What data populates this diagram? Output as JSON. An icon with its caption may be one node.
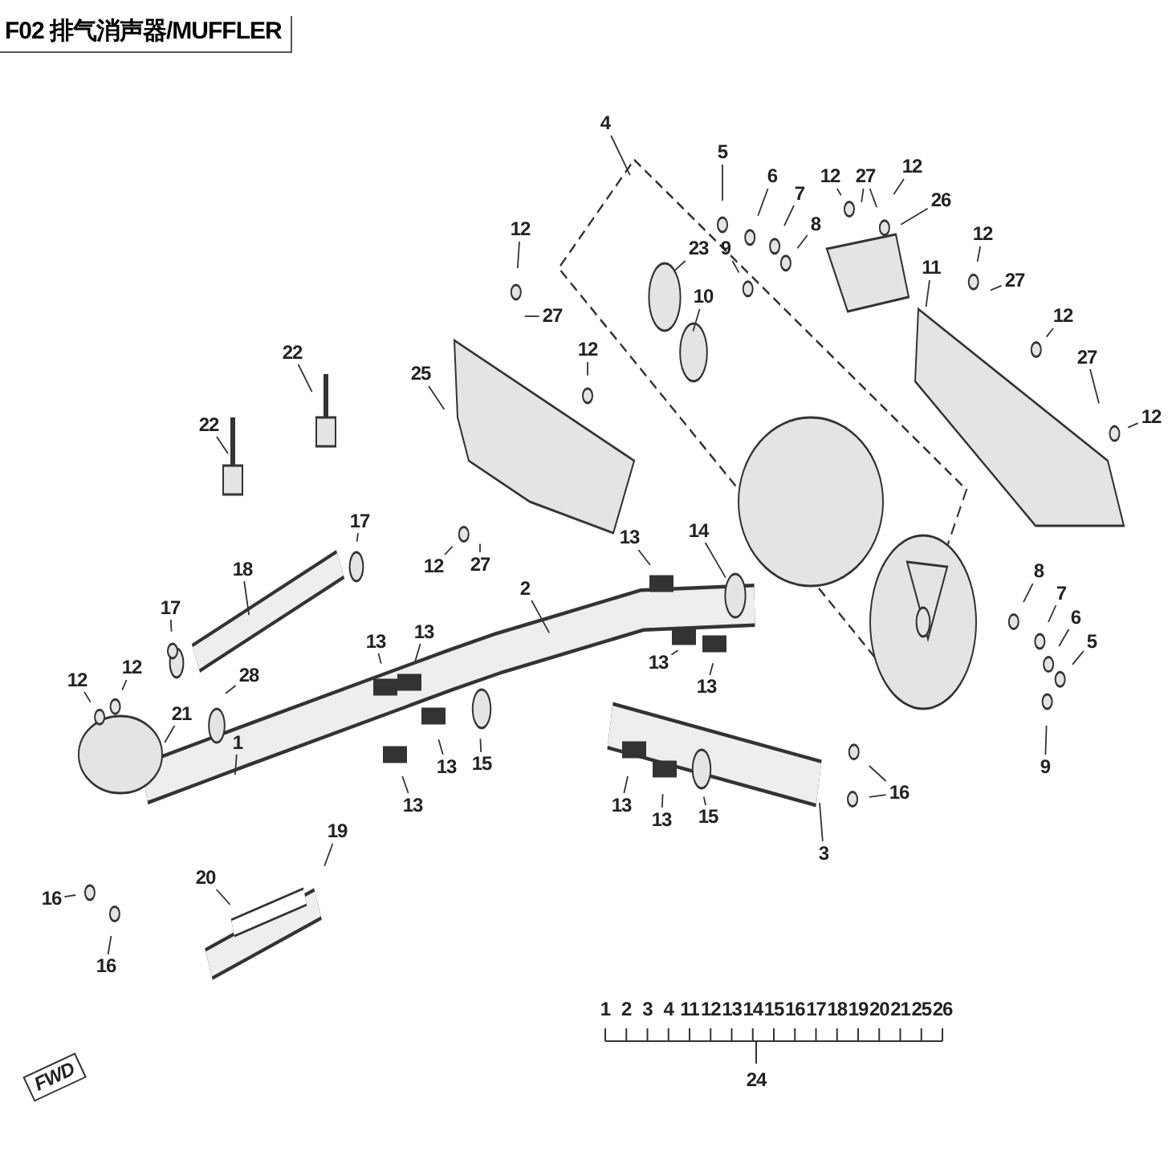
{
  "diagram": {
    "title": "F02 排气消声器/MUFFLER",
    "nodes": [
      {
        "text": [
          "4"
        ]
      },
      {
        "text": [
          "5"
        ]
      },
      {
        "text": [
          "6"
        ]
      },
      {
        "text": [
          "7"
        ]
      },
      {
        "text": [
          "8"
        ]
      },
      {
        "text": [
          "12"
        ]
      },
      {
        "text": [
          "27"
        ]
      },
      {
        "text": [
          "12"
        ]
      },
      {
        "text": [
          "26"
        ]
      },
      {
        "text": [
          "12"
        ]
      },
      {
        "text": [
          "11"
        ]
      },
      {
        "text": [
          "12"
        ]
      },
      {
        "text": [
          "9"
        ]
      },
      {
        "text": [
          "23"
        ]
      },
      {
        "text": [
          "22"
        ]
      },
      {
        "text": [
          "27"
        ]
      },
      {
        "text": [
          "10"
        ]
      },
      {
        "text": [
          "27"
        ]
      },
      {
        "text": [
          "12"
        ]
      },
      {
        "text": [
          "12"
        ]
      },
      {
        "text": [
          "22"
        ]
      },
      {
        "text": [
          "25"
        ]
      },
      {
        "text": [
          "27"
        ]
      },
      {
        "text": [
          "12"
        ]
      },
      {
        "text": [
          "12"
        ]
      },
      {
        "text": [
          "27"
        ]
      },
      {
        "text": [
          "17"
        ]
      },
      {
        "text": [
          "13"
        ]
      },
      {
        "text": [
          "14"
        ]
      },
      {
        "text": [
          "2"
        ]
      },
      {
        "text": [
          "18"
        ]
      },
      {
        "text": [
          "17"
        ]
      },
      {
        "text": [
          "12"
        ]
      },
      {
        "text": [
          "12"
        ]
      },
      {
        "text": [
          "28"
        ]
      },
      {
        "text": [
          "13"
        ]
      },
      {
        "text": [
          "13"
        ]
      },
      {
        "text": [
          "21"
        ]
      },
      {
        "text": [
          "1"
        ]
      },
      {
        "text": [
          "13"
        ]
      },
      {
        "text": [
          "13"
        ]
      },
      {
        "text": [
          "8"
        ]
      },
      {
        "text": [
          "7"
        ]
      },
      {
        "text": [
          "6"
        ]
      },
      {
        "text": [
          "5"
        ]
      },
      {
        "text": [
          "13"
        ]
      },
      {
        "text": [
          "15"
        ]
      },
      {
        "text": [
          "13"
        ]
      },
      {
        "text": [
          "9"
        ]
      },
      {
        "text": [
          "13"
        ]
      },
      {
        "text": [
          "13"
        ]
      },
      {
        "text": [
          "15"
        ]
      },
      {
        "text": [
          "16"
        ]
      },
      {
        "text": [
          "19"
        ]
      },
      {
        "text": [
          "3"
        ]
      },
      {
        "text": [
          "20"
        ]
      },
      {
        "text": [
          "16"
        ]
      },
      {
        "text": [
          "16"
        ]
      }
    ],
    "edges": [
      {
        "from": 0,
        "to": null,
        "arrow": "none"
      },
      {
        "from": 1,
        "to": null,
        "arrow": "none"
      },
      {
        "from": 2,
        "to": null,
        "arrow": "none"
      },
      {
        "from": 3,
        "to": null,
        "arrow": "none"
      },
      {
        "from": 4,
        "to": null,
        "arrow": "none"
      },
      {
        "from": 5,
        "to": null,
        "arrow": "none"
      },
      {
        "from": 6,
        "to": null,
        "arrow": "none"
      },
      {
        "from": 6,
        "to": null,
        "arrow": "none"
      },
      {
        "from": 7,
        "to": null,
        "arrow": "none"
      },
      {
        "from": 8,
        "to": null,
        "arrow": "none"
      },
      {
        "from": 9,
        "to": null,
        "arrow": "none"
      },
      {
        "from": 10,
        "to": null,
        "arrow": "none"
      },
      {
        "from": 11,
        "to": null,
        "arrow": "none"
      },
      {
        "from": 12,
        "to": null,
        "arrow": "none"
      },
      {
        "from": 13,
        "to": null,
        "arrow": "none"
      },
      {
        "from": 14,
        "to": null,
        "arrow": "none"
      },
      {
        "from": 15,
        "to": null,
        "arrow": "none"
      },
      {
        "from": 16,
        "to": null,
        "arrow": "none"
      },
      {
        "from": 17,
        "to": null,
        "arrow": "none"
      },
      {
        "from": 18,
        "to": null,
        "arrow": "none"
      },
      {
        "from": 19,
        "to": null,
        "arrow": "none"
      },
      {
        "from": 20,
        "to": null,
        "arrow": "none"
      },
      {
        "from": 21,
        "to": null,
        "arrow": "none"
      },
      {
        "from": 22,
        "to": null,
        "arrow": "none"
      },
      {
        "from": 23,
        "to": null,
        "arrow": "none"
      },
      {
        "from": 24,
        "to": null,
        "arrow": "none"
      },
      {
        "from": 25,
        "to": null,
        "arrow": "none"
      },
      {
        "from": 26,
        "to": null,
        "arrow": "none"
      },
      {
        "from": 27,
        "to": null,
        "arrow": "none"
      },
      {
        "from": 28,
        "to": null,
        "arrow": "none"
      },
      {
        "from": 29,
        "to": null,
        "arrow": "none"
      },
      {
        "from": 30,
        "to": null,
        "arrow": "none"
      },
      {
        "from": 31,
        "to": null,
        "arrow": "none"
      },
      {
        "from": 32,
        "to": null,
        "arrow": "none"
      },
      {
        "from": 33,
        "to": null,
        "arrow": "none"
      },
      {
        "from": 34,
        "to": null,
        "arrow": "none"
      },
      {
        "from": 35,
        "to": null,
        "arrow": "none"
      },
      {
        "from": 36,
        "to": null,
        "arrow": "none"
      },
      {
        "from": 37,
        "to": null,
        "arrow": "none"
      },
      {
        "from": 38,
        "to": null,
        "arrow": "none"
      },
      {
        "from": 39,
        "to": null,
        "arrow": "none"
      },
      {
        "from": 40,
        "to": null,
        "arrow": "none"
      },
      {
        "from": 41,
        "to": null,
        "arrow": "none"
      },
      {
        "from": 42,
        "to": null,
        "arrow": "none"
      },
      {
        "from": 43,
        "to": null,
        "arrow": "none"
      },
      {
        "from": 44,
        "to": null,
        "arrow": "none"
      },
      {
        "from": 45,
        "to": null,
        "arrow": "none"
      },
      {
        "from": 46,
        "to": null,
        "arrow": "none"
      },
      {
        "from": 47,
        "to": null,
        "arrow": "none"
      },
      {
        "from": 48,
        "to": null,
        "arrow": "none"
      },
      {
        "from": 49,
        "to": null,
        "arrow": "none"
      },
      {
        "from": 50,
        "to": null,
        "arrow": "none"
      },
      {
        "from": 51,
        "to": null,
        "arrow": "none"
      },
      {
        "from": 52,
        "to": null,
        "arrow": "none"
      },
      {
        "from": 52,
        "to": null,
        "arrow": "none"
      },
      {
        "from": 53,
        "to": null,
        "arrow": "none"
      },
      {
        "from": 54,
        "to": null,
        "arrow": "none"
      },
      {
        "from": 55,
        "to": null,
        "arrow": "none"
      },
      {
        "from": 56,
        "to": null,
        "arrow": "none"
      },
      {
        "from": 57,
        "to": null,
        "arrow": "none"
      }
    ],
    "labels": [
      "1",
      "2",
      "3",
      "4",
      "11",
      "12",
      "13",
      "14",
      "15",
      "16",
      "17",
      "18",
      "19",
      "20",
      "21",
      "25",
      "26",
      "24",
      "FWD"
    ]
  }
}
